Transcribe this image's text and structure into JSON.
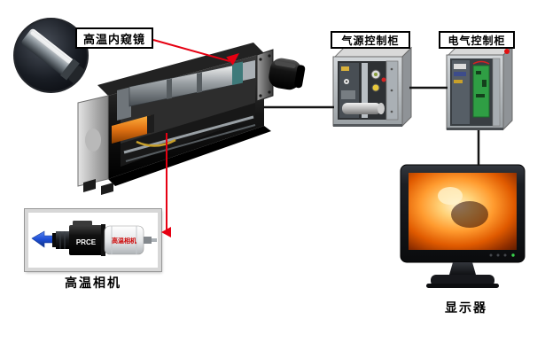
{
  "labels": {
    "endoscope": "高温内窥镜",
    "air_cabinet": "气源控制柜",
    "electric_cabinet": "电气控制柜",
    "camera_caption": "高温相机",
    "monitor_caption": "显示器"
  },
  "camera": {
    "brand": "PRCE",
    "body_label": "高温相机"
  },
  "colors": {
    "background": "#ffffff",
    "connector_red": "#e60012",
    "connector_black": "#141414",
    "label_border": "#000000",
    "housing_body": "#161616",
    "cabinet_silver": "#c0c4c8",
    "pcb_green": "#2f9e44",
    "screen_fire_bright": "#fff3cf",
    "screen_fire_mid": "#ff9a2e",
    "screen_fire_dark": "#4a1400",
    "camera_arrow_blue": "#1e4fd6"
  }
}
